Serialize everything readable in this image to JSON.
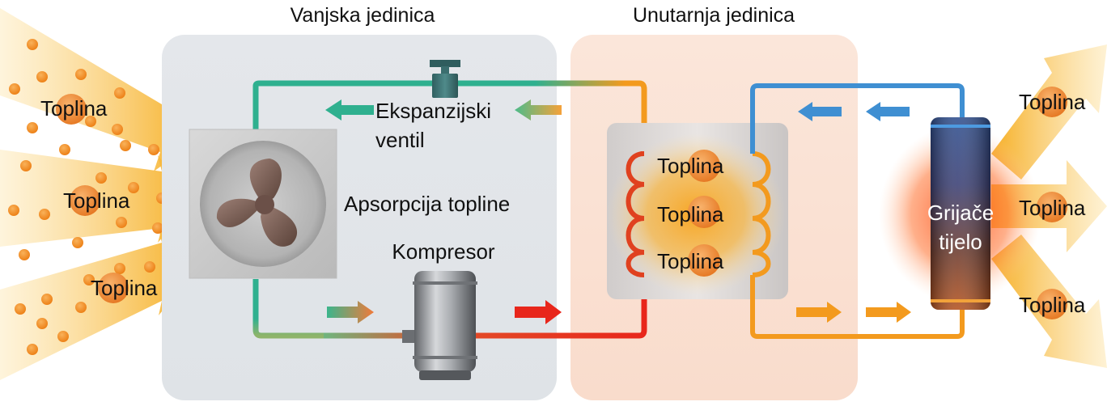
{
  "sections": {
    "outdoor": "Vanjska jedinica",
    "indoor": "Unutarnja jedinica"
  },
  "components": {
    "expansion_valve": [
      "Ekspanzijski",
      "ventil"
    ],
    "heat_absorption": "Apsorpcija topline",
    "compressor": "Kompresor",
    "heater_body": [
      "Grijače",
      "tijelo"
    ]
  },
  "heat_label": "Toplina",
  "colors": {
    "warm_air": "#f7b733",
    "heat_dot": "#f08a1c",
    "refrigerant_cool": "#2fb08f",
    "refrigerant_hot": "#e8261b",
    "refrigerant_warm": "#f39a1e",
    "water_cool": "#3f8fd2",
    "water_warm": "#f39a1e",
    "outdoor_panel": "#e3e6ea",
    "indoor_panel": "#fbe3d6"
  }
}
